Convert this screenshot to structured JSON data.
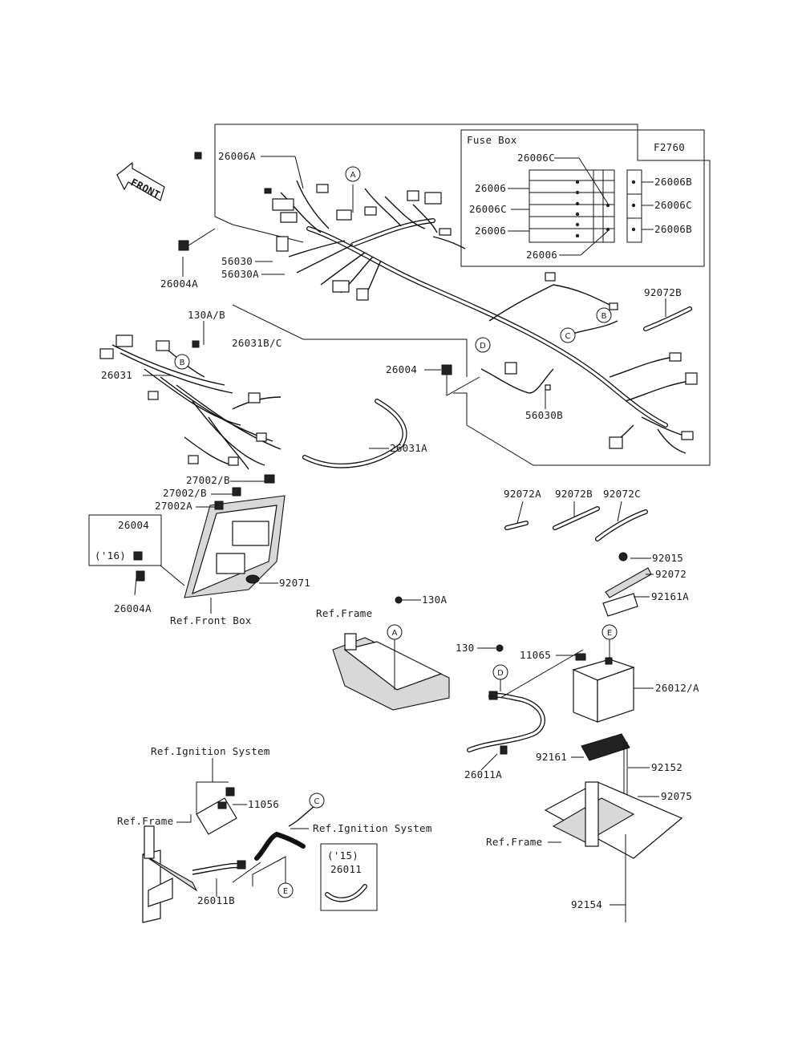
{
  "diagram": {
    "code": "F2760",
    "front_label": "FRONT",
    "fuse_box": {
      "title": "Fuse Box",
      "labels": [
        "26006C",
        "26006",
        "26006C",
        "26006",
        "26006",
        "26006B",
        "26006C",
        "26006B"
      ]
    },
    "callouts": {
      "c26006A": "26006A",
      "c26004A_top": "26004A",
      "c56030": "56030",
      "c56030A": "56030A",
      "c130AB": "130A/B",
      "c26031BC": "26031B/C",
      "c26031": "26031",
      "c26004_mid": "26004",
      "c56030B": "56030B",
      "c26031A": "26031A",
      "c92072B_top": "92072B",
      "c27002B_1": "27002/B",
      "c27002B_2": "27002/B",
      "c27002A": "27002A",
      "c26004_box": "26004",
      "c16": "('16)",
      "c26004A_bottom": "26004A",
      "c92071": "92071",
      "c_ref_front_box": "Ref.Front Box",
      "c92072A": "92072A",
      "c92072B": "92072B",
      "c92072C": "92072C",
      "c92015": "92015",
      "c92072": "92072",
      "c92161A": "92161A",
      "c130A": "130A",
      "c_ref_frame_1": "Ref.Frame",
      "c130": "130",
      "c11065": "11065",
      "c26012A": "26012/A",
      "c92161": "92161",
      "c26011A": "26011A",
      "c92152": "92152",
      "c92075": "92075",
      "c_ref_frame_3": "Ref.Frame",
      "c92154": "92154",
      "c_ref_ign_1": "Ref.Ignition System",
      "c11056": "11056",
      "c_ref_frame_2": "Ref.Frame",
      "c_ref_ign_2": "Ref.Ignition System",
      "c15": "('15)",
      "c26011": "26011",
      "c26011B": "26011B"
    },
    "circle_markers": [
      "A",
      "B",
      "C",
      "D",
      "B",
      "A",
      "D",
      "E",
      "C",
      "E"
    ]
  }
}
